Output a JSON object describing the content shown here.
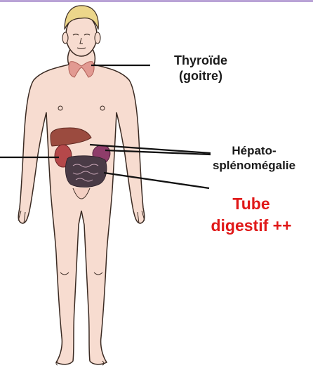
{
  "labels": {
    "thyroid_line1": "Thyroïde",
    "thyroid_line2": "(goitre)",
    "hepato_line1": "Hépato-",
    "hepato_line2": "splénomégalie",
    "digestive_line1": "Tube",
    "digestive_line2": "digestif ++"
  },
  "colors": {
    "skin": "#f7dcd0",
    "skin_outline": "#3a2a22",
    "hair": "#ecd68a",
    "thyroid": "#e29a92",
    "liver": "#9b4b3f",
    "spleen": "#8e3d6a",
    "kidney": "#b5484a",
    "intestine": "#4a3b46",
    "highlight_red": "#e01818",
    "top_border": "#b9a3d6"
  }
}
